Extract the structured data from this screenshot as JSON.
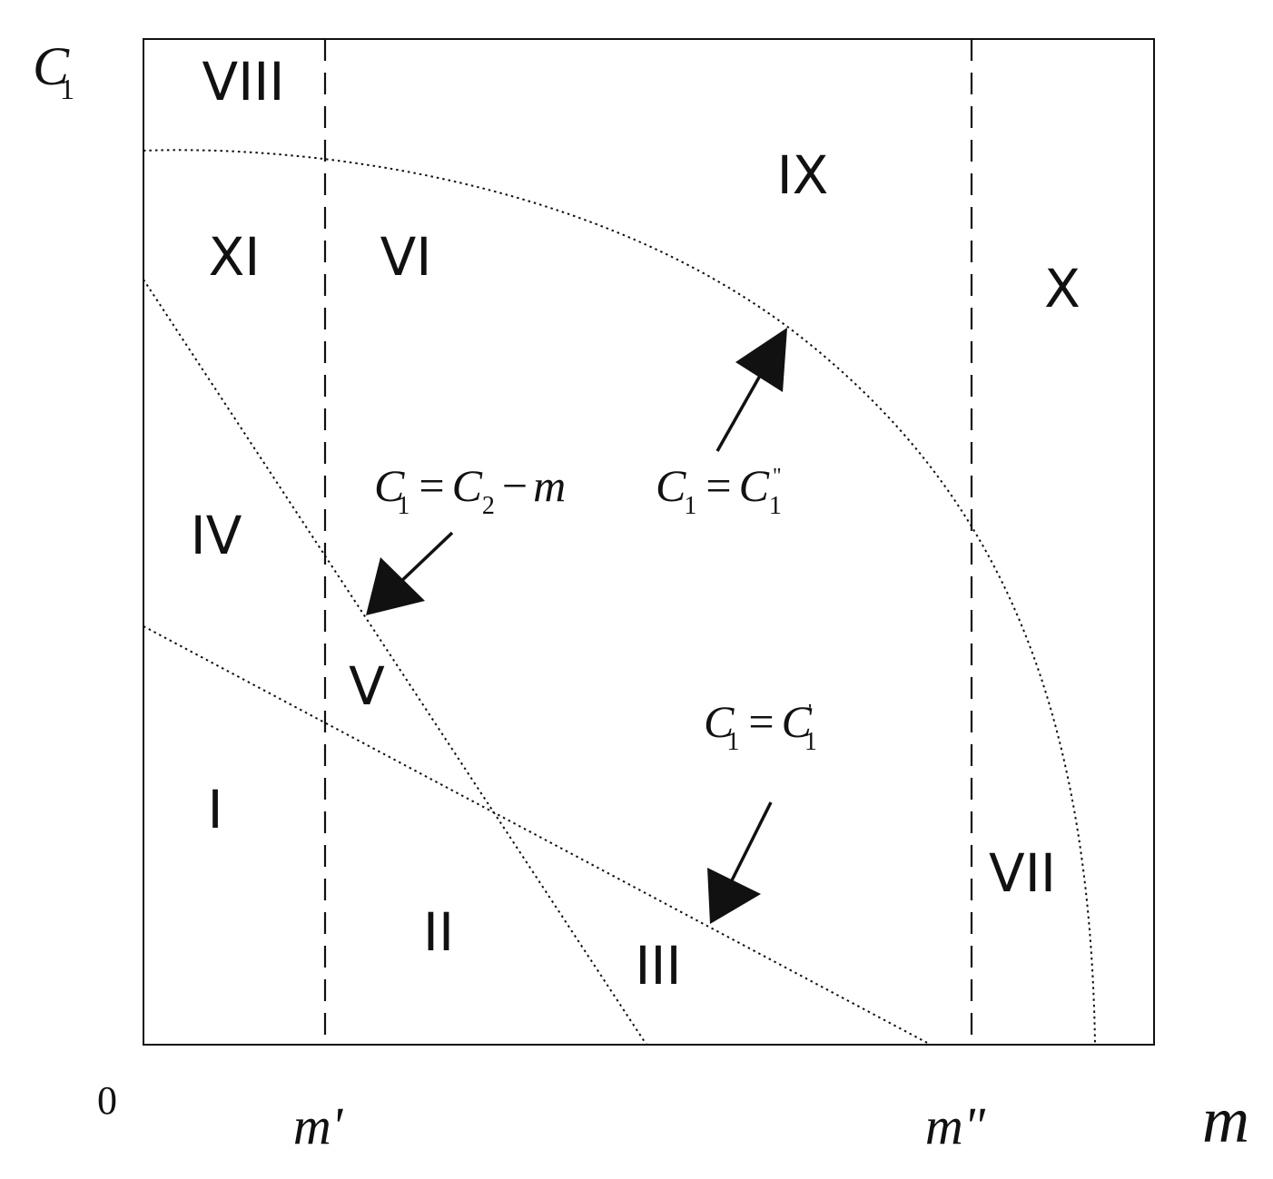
{
  "axes": {
    "origin_label": "0",
    "y_label": {
      "base": "C",
      "sub": "1"
    },
    "x_label": "m",
    "tick_m_prime": "m'",
    "tick_m_double_prime": "m\""
  },
  "regions": {
    "I": "I",
    "II": "II",
    "III": "III",
    "IV": "IV",
    "V": "V",
    "VI": "VI",
    "VII": "VII",
    "VIII": "VIII",
    "IX": "IX",
    "X": "X",
    "XI": "XI"
  },
  "curve_labels": {
    "line_c2_minus_m": {
      "lhs_base": "C",
      "lhs_sub": "1",
      "eq": "=",
      "rhs_base": "C",
      "rhs_sub": "2",
      "minus": "−",
      "rhs_var": "m"
    },
    "curve_c1_double_prime": {
      "lhs_base": "C",
      "lhs_sub": "1",
      "eq": "=",
      "rhs_base": "C",
      "rhs_sub": "1",
      "rhs_sup": "\""
    },
    "line_c1_prime": {
      "lhs_base": "C",
      "lhs_sub": "1",
      "eq": "=",
      "rhs_base": "C",
      "rhs_sub": "1",
      "rhs_sup": "'"
    }
  },
  "colors": {
    "ink": "#111111",
    "background": "#ffffff"
  }
}
